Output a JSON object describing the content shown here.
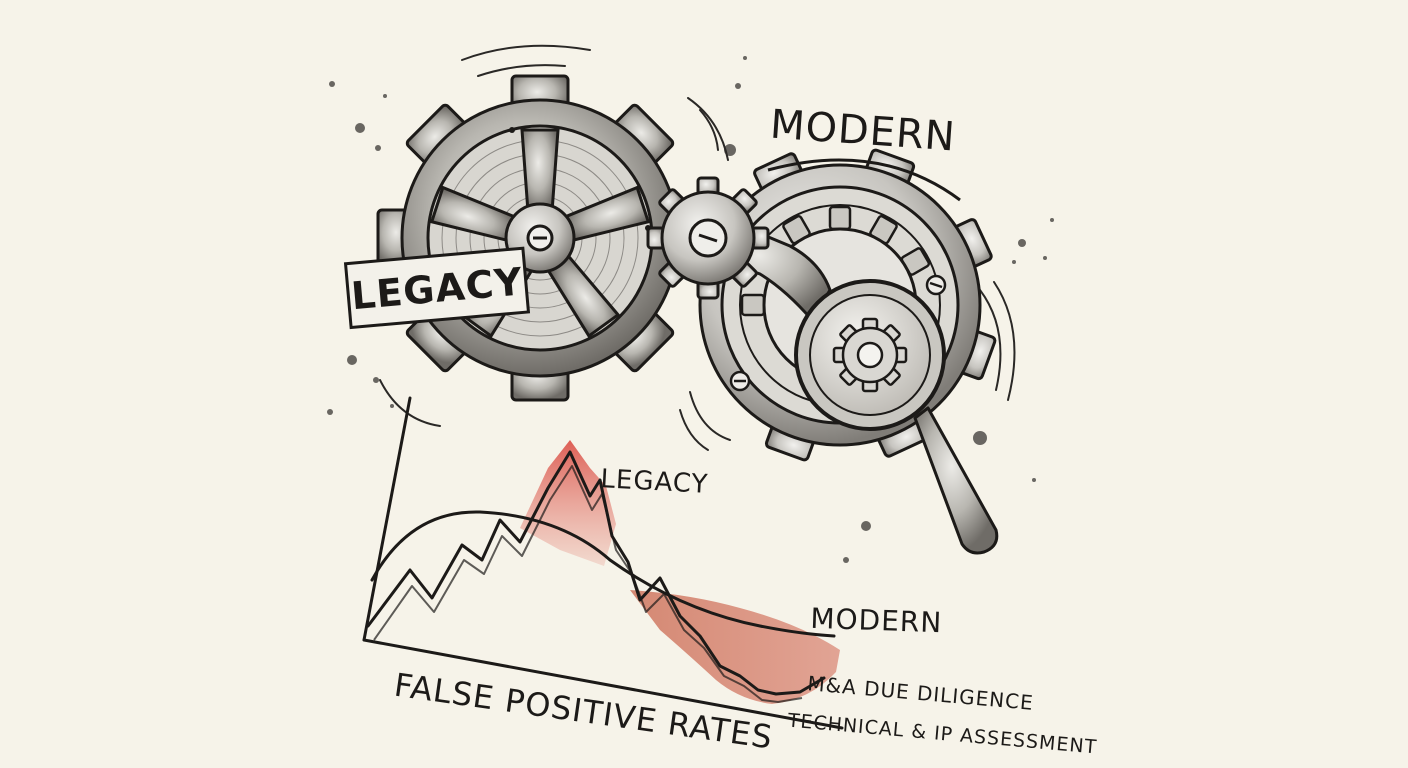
{
  "labels": {
    "modern_top": "MODERN",
    "legacy_sign": "LEGACY",
    "legacy_peak": "LEGACY",
    "modern_line": "MODERN",
    "ma_due_diligence": "M&A DUE DILIGENCE",
    "technical_ip": "TECHNICAL & IP ASSESSMENT",
    "axis_title": "FALSE POSITIVE RATES"
  },
  "colors": {
    "paper": "#f6f3e9",
    "ink": "#1c1a18",
    "metal": "#8d8a84",
    "legacy_wash": "#d9443b",
    "modern_wash": "#c9654c"
  },
  "icons": [
    "gear-icon",
    "magnifying-glass-icon",
    "wrench-icon"
  ]
}
